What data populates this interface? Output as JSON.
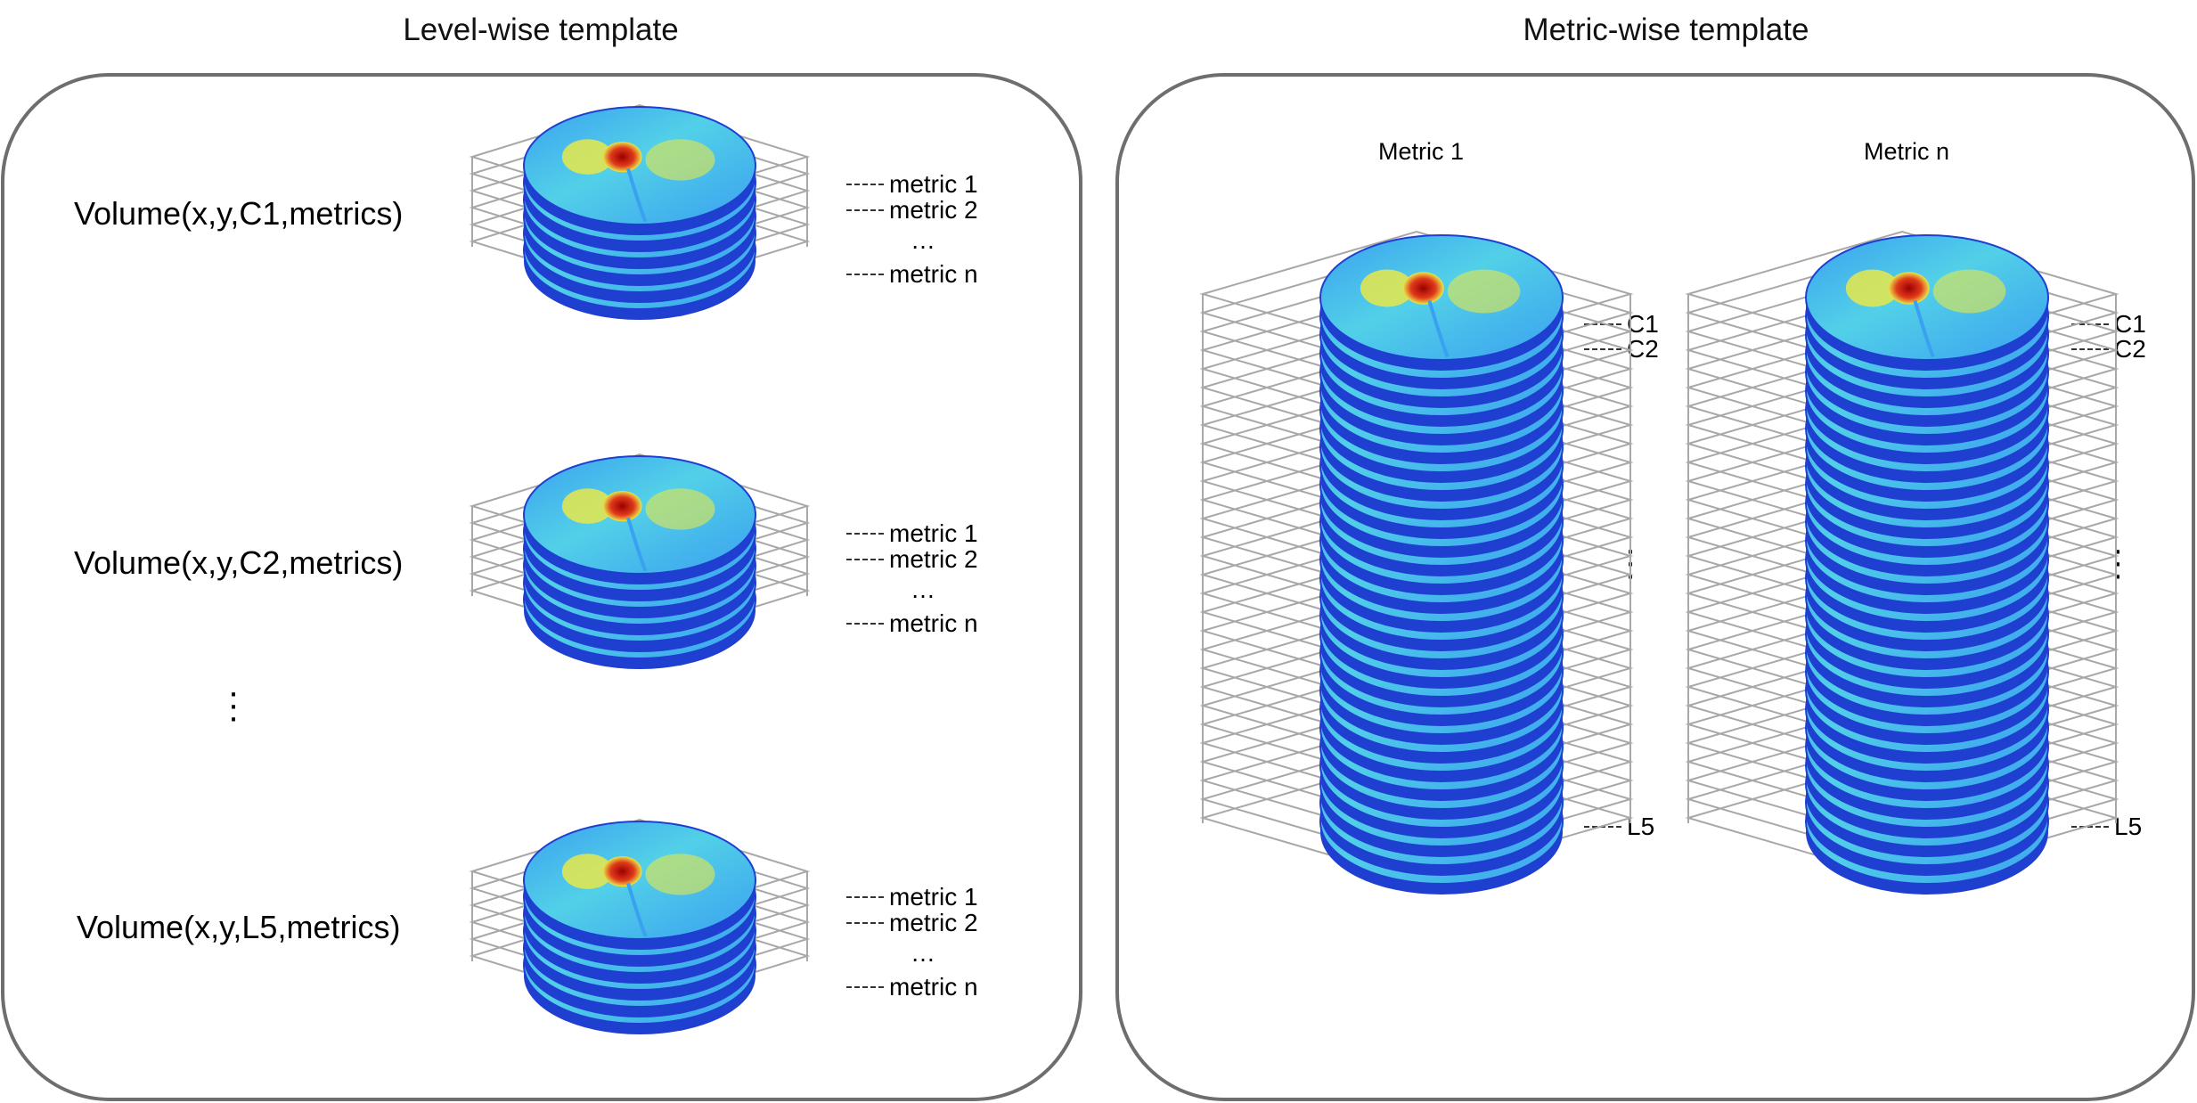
{
  "level_panel": {
    "title": "Level-wise template",
    "rows": [
      {
        "label": "Volume(x,y,C1,metrics)",
        "metric_first": "metric 1",
        "metric_second": "metric 2",
        "ellipsis": "…",
        "metric_last": "metric n"
      },
      {
        "label": "Volume(x,y,C2,metrics)",
        "metric_first": "metric 1",
        "metric_second": "metric 2",
        "ellipsis": "…",
        "metric_last": "metric n"
      },
      {
        "label": "Volume(x,y,L5,metrics)",
        "metric_first": "metric 1",
        "metric_second": "metric 2",
        "ellipsis": "…",
        "metric_last": "metric n"
      }
    ]
  },
  "metric_panel": {
    "title": "Metric-wise template",
    "columns": [
      {
        "title": "Metric 1",
        "level_first": "C1",
        "level_second": "C2",
        "level_last": "L5"
      },
      {
        "title": "Metric n",
        "level_first": "C1",
        "level_second": "C2",
        "level_last": "L5"
      }
    ]
  },
  "colors": {
    "panel_border": "#6e6e6e",
    "slab_outline": "#a8a8a8",
    "colormap": [
      "#1f3fd0",
      "#3aa0f0",
      "#52d0e8",
      "#e8e84a",
      "#e03a1a",
      "#9a0000"
    ]
  }
}
